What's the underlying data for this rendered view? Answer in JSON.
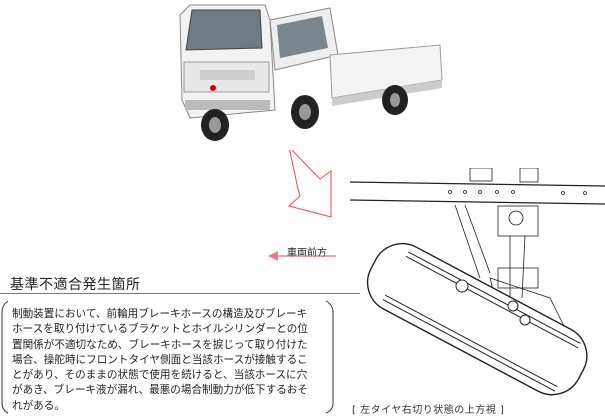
{
  "heading": "基準不適合発生箇所",
  "direction_label": "車両前方",
  "description_lines": [
    "制動装置において、前輪用ブレーキホースの構造及びブレーキ",
    "ホースを取り付けているブラケットとホイルシリンダーとの位",
    "置関係が不適切なため、ブレーキホースを捩じって取り付けた",
    "場合、操舵時にフロントタイヤ側面と当該ホースが接触するこ",
    "とがあり、そのままの状態で使用を続けると、当該ホースに穴",
    "があき、ブレーキ液が漏れ、最悪の場合制動力が低下するおそ",
    "れがある。"
  ],
  "caption": "[ 左タイヤ右切り状態の上方視 ]",
  "colors": {
    "accent": "#e8484f"
  }
}
